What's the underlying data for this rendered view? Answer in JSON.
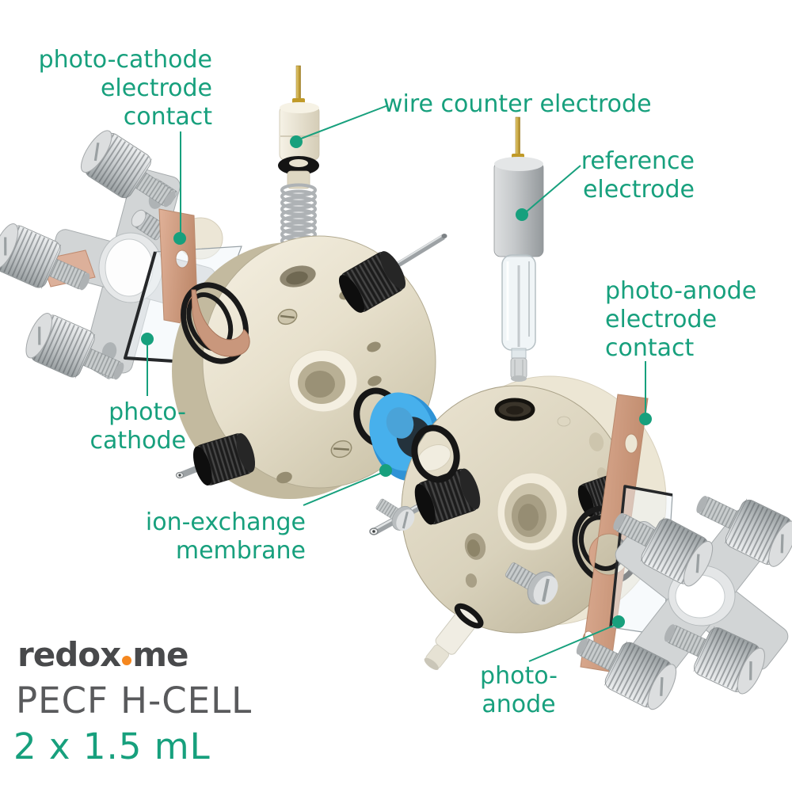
{
  "product": {
    "brand_prefix": "redox",
    "brand_suffix": "me",
    "name": "PECF H-CELL",
    "volume": "2 x 1.5 mL"
  },
  "annotations": {
    "photo_cathode_contact": {
      "line1": "photo-cathode",
      "line2": "electrode",
      "line3": "contact"
    },
    "wire_counter_electrode": {
      "line1": "wire counter electrode"
    },
    "reference_electrode": {
      "line1": "reference",
      "line2": "electrode"
    },
    "photo_anode_contact": {
      "line1": "photo-anode",
      "line2": "electrode",
      "line3": "contact"
    },
    "photo_cathode": {
      "line1": "photo-",
      "line2": "cathode"
    },
    "ion_exchange_membrane": {
      "line1": "ion-exchange",
      "line2": "membrane"
    },
    "photo_anode": {
      "line1": "photo-",
      "line2": "anode"
    }
  },
  "colors": {
    "accent_teal": "#17A07D",
    "copper_contact": "#D5A38D",
    "membrane_blue": "#3FA9E8",
    "cell_body_cream": "#E9E3D1",
    "metal_gray": "#C9CDCF",
    "fitting_black": "#1C1C1C",
    "logo_gray": "#48494B",
    "logo_orange": "#F5871F"
  }
}
